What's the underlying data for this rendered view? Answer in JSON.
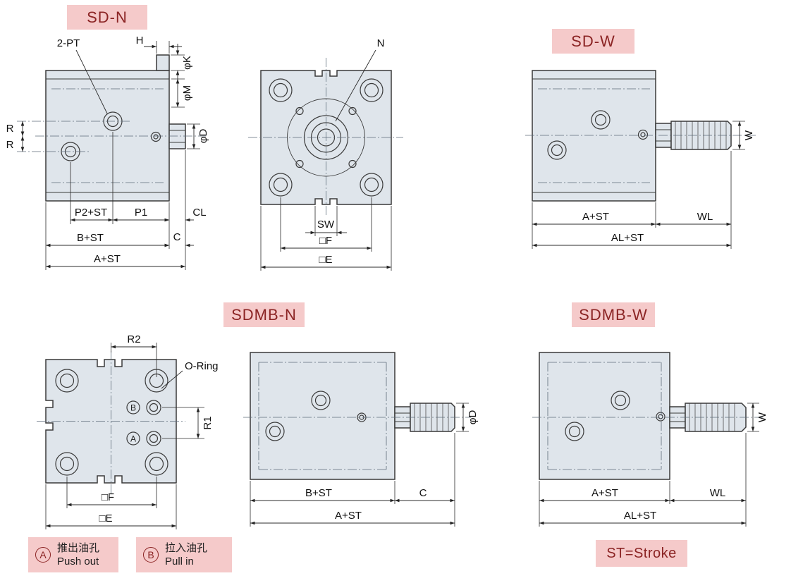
{
  "titles": {
    "sd_n": "SD-N",
    "sd_w": "SD-W",
    "sdmb_n": "SDMB-N",
    "sdmb_w": "SDMB-W",
    "st_note": "ST=Stroke"
  },
  "sd_n_view": {
    "pt": "2-PT",
    "h": "H",
    "phi_k": "φK",
    "phi_m": "φM",
    "phi_d": "φD",
    "r_upper": "R",
    "r_lower": "R",
    "p2_st": "P2+ST",
    "p1": "P1",
    "cl": "CL",
    "b_st": "B+ST",
    "c": "C",
    "a_st": "A+ST"
  },
  "front_view": {
    "n": "N",
    "sw": "SW",
    "sq_f": "□F",
    "sq_e": "□E"
  },
  "sd_w_view": {
    "w": "W",
    "a_st": "A+ST",
    "wl": "WL",
    "al_st": "AL+ST"
  },
  "sdmb_n_view": {
    "r2": "R2",
    "o_ring": "O-Ring",
    "port_b": "B",
    "port_a": "A",
    "r1": "R1",
    "sq_f": "□F",
    "sq_e": "□E"
  },
  "sdmb_side_view": {
    "phi_d": "φD",
    "b_st": "B+ST",
    "c": "C",
    "a_st": "A+ST"
  },
  "sdmb_w_view": {
    "w": "W",
    "a_st": "A+ST",
    "wl": "WL",
    "al_st": "AL+ST"
  },
  "legend": {
    "a_mark": "A",
    "a_cn": "推出油孔",
    "a_en": "Push out",
    "b_mark": "B",
    "b_cn": "拉入油孔",
    "b_en": "Pull in"
  },
  "colors": {
    "label_bg": "#f5caca",
    "label_text": "#8b2424",
    "body_fill": "#dfe5eb",
    "line": "#3a3a3a"
  }
}
